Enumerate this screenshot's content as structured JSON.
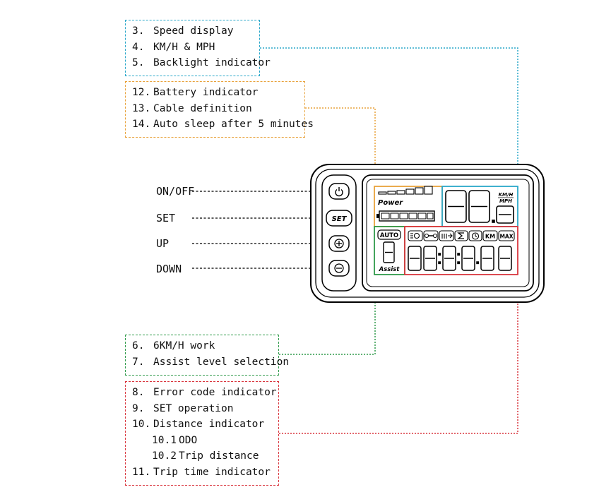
{
  "colors": {
    "blue": "#2aa7c9",
    "orange": "#e8a23a",
    "green": "#2f9a4a",
    "red": "#d9363e"
  },
  "groups": {
    "speed": {
      "items": [
        {
          "num": "3.",
          "text": "Speed display"
        },
        {
          "num": "4.",
          "text": "KM/H & MPH"
        },
        {
          "num": "5.",
          "text": "Backlight indicator"
        }
      ]
    },
    "battery": {
      "items": [
        {
          "num": "12.",
          "text": "Battery indicator"
        },
        {
          "num": "13.",
          "text": "Cable definition"
        },
        {
          "num": "14.",
          "text": "Auto sleep after 5 minutes"
        }
      ]
    },
    "assist": {
      "items": [
        {
          "num": "6.",
          "text": "6KM/H work"
        },
        {
          "num": "7.",
          "text": "Assist level selection"
        }
      ]
    },
    "info": {
      "items": [
        {
          "num": "8.",
          "text": "Error code indicator"
        },
        {
          "num": "9.",
          "text": "SET operation"
        },
        {
          "num": "10.",
          "text": "Distance indicator"
        },
        {
          "num": "10.1",
          "text": "ODO",
          "sub": true
        },
        {
          "num": "10.2",
          "text": "Trip distance",
          "sub": true
        },
        {
          "num": "11.",
          "text": "Trip time indicator"
        }
      ]
    }
  },
  "buttons": {
    "onoff": "ON/OFF",
    "set": "SET",
    "up": "UP",
    "down": "DOWN",
    "set_key_text": "SET"
  },
  "lcd": {
    "power_label": "Power",
    "unit_top": "KM/H",
    "unit_bottom": "MPH",
    "auto_label": "AUTO",
    "assist_label": "Assist",
    "km_label": "KM",
    "max_label": "MAX"
  }
}
